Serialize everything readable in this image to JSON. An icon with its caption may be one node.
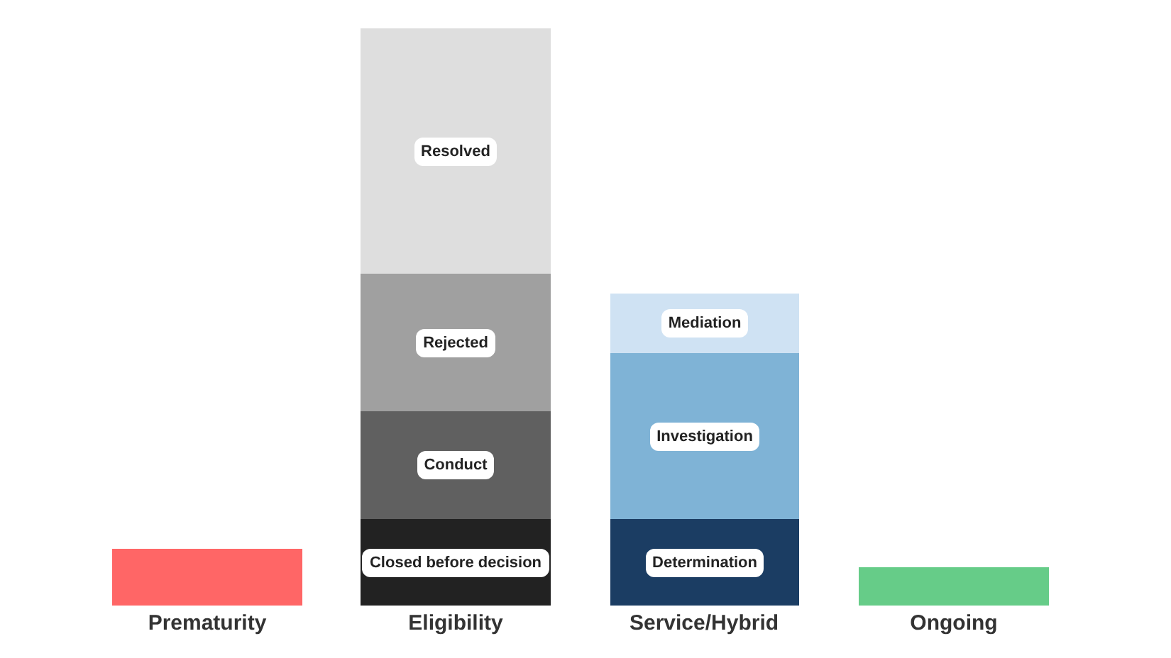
{
  "diagram": {
    "nodes": [
      {
        "text": [],
        "shape": "bar"
      },
      {
        "text": [
          "Resolved"
        ]
      },
      {
        "text": [
          "Rejected"
        ]
      },
      {
        "text": [
          "Conduct"
        ]
      },
      {
        "text": [
          "Closed before decision"
        ]
      },
      {
        "text": [
          "Mediation"
        ]
      },
      {
        "text": [
          "Investigation"
        ]
      },
      {
        "text": [
          "Determination"
        ]
      },
      {
        "text": [],
        "shape": "bar"
      }
    ],
    "edges": [],
    "labels": [
      "Prematurity",
      "Eligibility",
      "Service/Hybrid",
      "Ongoing"
    ]
  }
}
